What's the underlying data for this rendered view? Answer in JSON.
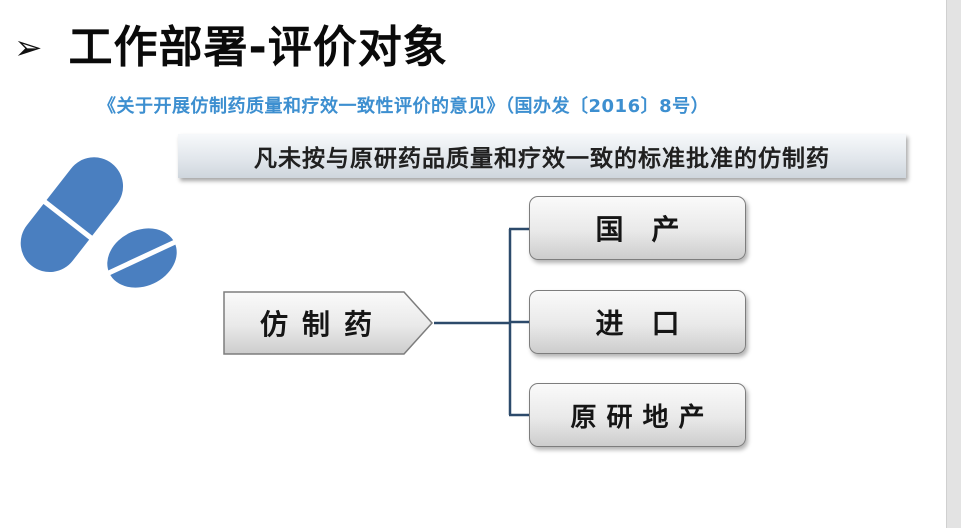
{
  "title": {
    "bullet": "➢",
    "text": "工作部署-评价对象"
  },
  "subtitle": "《关于开展仿制药质量和疗效一致性评价的意见》（国办发〔2016〕8号）",
  "banner": "凡未按与原研药品质量和疗效一致的标准批准的仿制药",
  "diagram": {
    "root": "仿制药",
    "children": [
      "国产",
      "进口",
      "原研地产"
    ]
  },
  "colors": {
    "subtitle": "#3d8fd0",
    "pill": "#4a7fc0",
    "connector": "#2c4a6b"
  }
}
